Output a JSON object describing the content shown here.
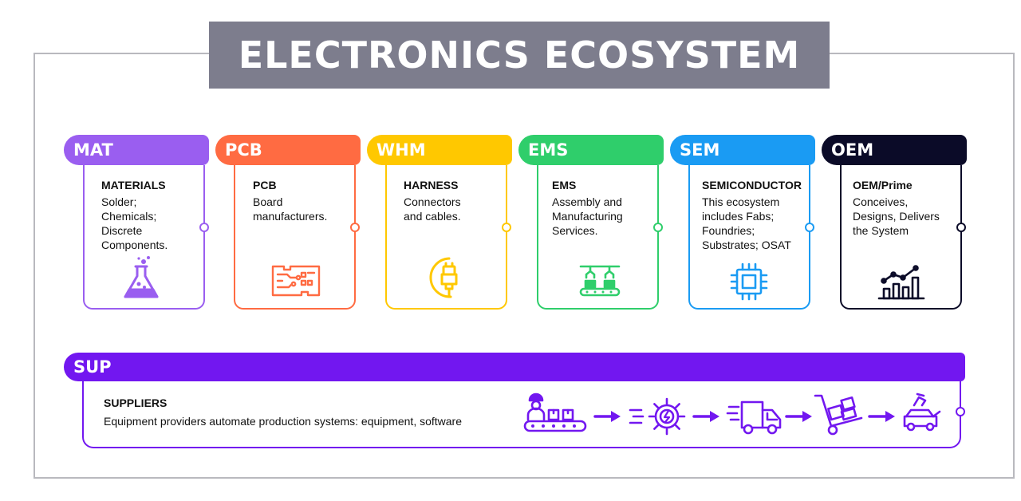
{
  "title": "ELECTRONICS ECOSYSTEM",
  "segments": [
    {
      "code": "MAT",
      "heading": "MATERIALS",
      "description": "Solder; Chemicals; Discrete Components.",
      "color": "#9a5ef0",
      "icon": "flask-icon"
    },
    {
      "code": "PCB",
      "heading": "PCB",
      "description": "Board manufacturers.",
      "color": "#ff6b42",
      "icon": "circuit-board-icon"
    },
    {
      "code": "WHM",
      "heading": "HARNESS",
      "description": "Connectors and cables.",
      "color": "#ffc800",
      "icon": "cable-connector-icon"
    },
    {
      "code": "EMS",
      "heading": "EMS",
      "description": "Assembly and Manufacturing Services.",
      "color": "#2fce6b",
      "icon": "assembly-line-icon"
    },
    {
      "code": "SEM",
      "heading": "SEMICONDUCTOR",
      "description": "This ecosystem includes Fabs; Foundries; Substrates; OSAT",
      "color": "#1a9bf3",
      "icon": "chip-icon"
    },
    {
      "code": "OEM",
      "heading": "OEM/Prime",
      "description": "Conceives, Designs, Delivers the System",
      "color": "#0b0b28",
      "icon": "growth-chart-icon"
    }
  ],
  "suppliers": {
    "code": "SUP",
    "heading": "SUPPLIERS",
    "description": "Equipment providers automate production systems: equipment, software",
    "color": "#7217f0",
    "flow_icons": [
      "conveyor-worker-icon",
      "gear-power-icon",
      "delivery-truck-icon",
      "hand-truck-icon",
      "hand-car-icon"
    ]
  }
}
